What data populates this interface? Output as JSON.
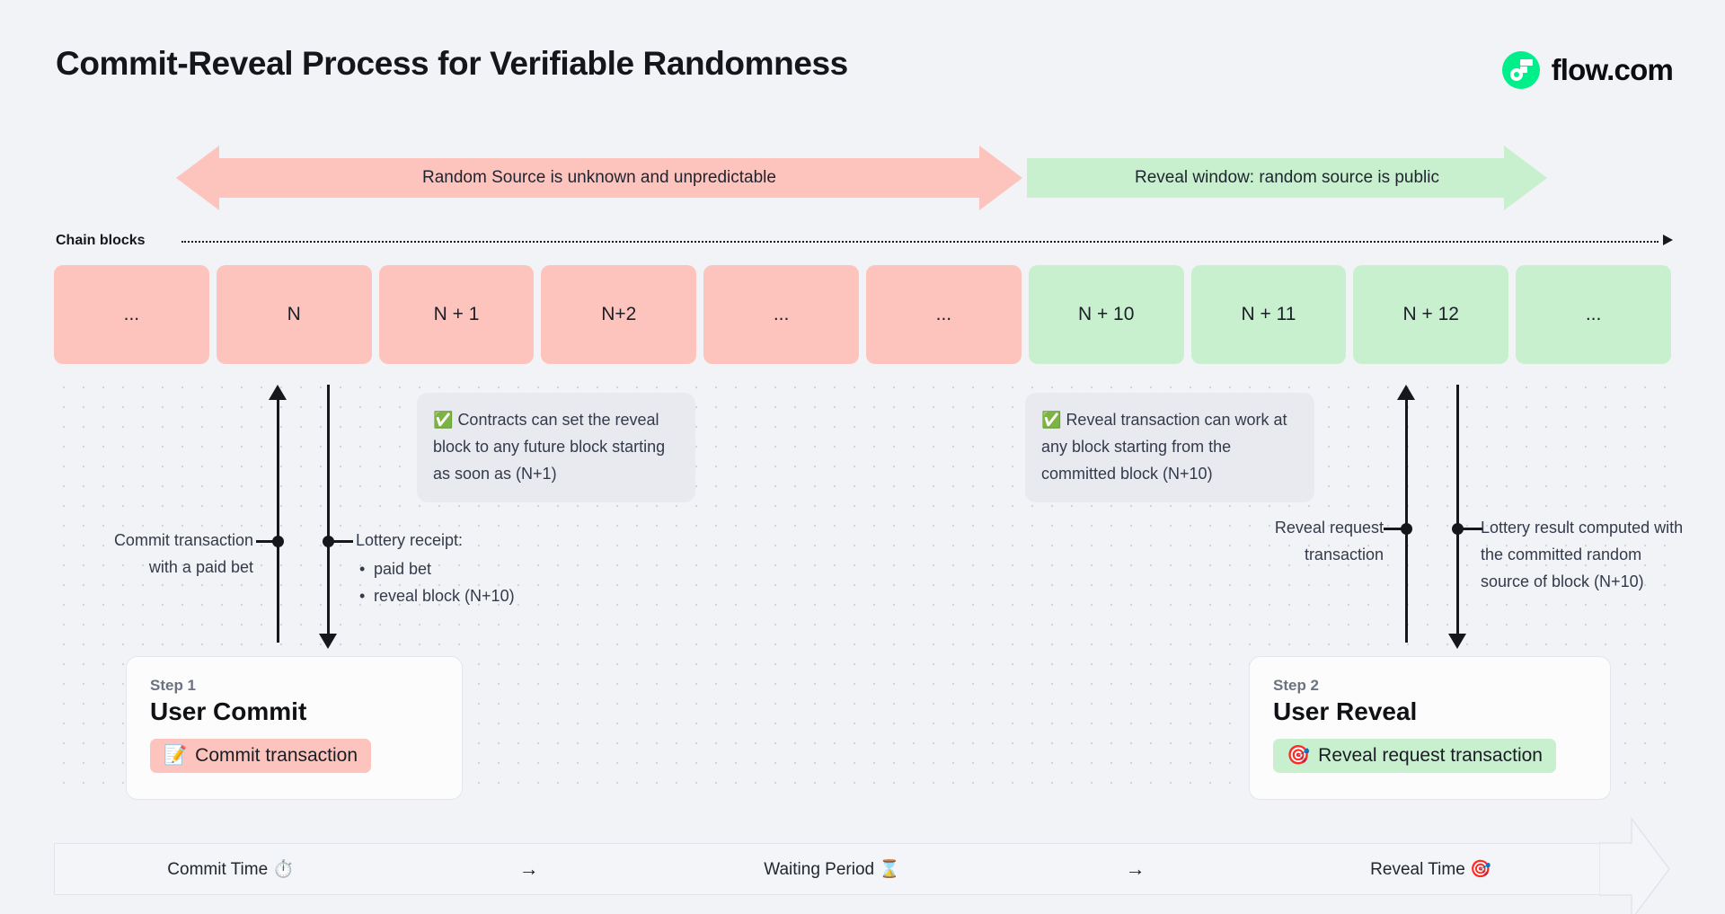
{
  "header": {
    "title": "Commit-Reveal Process for Verifiable Randomness",
    "brand_name": "flow.com",
    "brand_color": "#00ef8b"
  },
  "banners": {
    "unknown_window": "Random Source is unknown and unpredictable",
    "reveal_window": "Reveal window: random source is public",
    "unknown_color": "#fdc4bd",
    "reveal_color": "#c8f0ce"
  },
  "chain": {
    "axis_label": "Chain blocks",
    "blocks": [
      {
        "label": "...",
        "state": "pink"
      },
      {
        "label": "N",
        "state": "pink"
      },
      {
        "label": "N + 1",
        "state": "pink"
      },
      {
        "label": "N+2",
        "state": "pink"
      },
      {
        "label": "...",
        "state": "pink"
      },
      {
        "label": "...",
        "state": "pink"
      },
      {
        "label": "N + 10",
        "state": "green"
      },
      {
        "label": "N + 11",
        "state": "green"
      },
      {
        "label": "N + 12",
        "state": "green"
      },
      {
        "label": "...",
        "state": "green"
      }
    ]
  },
  "callouts": {
    "commit_note_icon": "check-mark-button",
    "commit_note": "Contracts can set the reveal block to any future block starting as soon as (N+1)",
    "reveal_note_icon": "check-mark-button",
    "reveal_note": "Reveal transaction can work at any block starting from the committed block (N+10)"
  },
  "annotations": {
    "commit_tx_line1": "Commit transaction",
    "commit_tx_line2": "with a paid bet",
    "receipt_title": "Lottery receipt:",
    "receipt_items": [
      "paid bet",
      "reveal block (N+10)"
    ],
    "reveal_request_line1": "Reveal request",
    "reveal_request_line2": "transaction",
    "result_text": "Lottery result computed with the committed random source of block (N+10)"
  },
  "steps": [
    {
      "kicker": "Step 1",
      "title": "User Commit",
      "chip_icon": "memo",
      "chip_label": "Commit transaction",
      "chip_color": "#fdc4bd"
    },
    {
      "kicker": "Step 2",
      "title": "User Reveal",
      "chip_icon": "direct-hit",
      "chip_label": "Reveal request transaction",
      "chip_color": "#c8f0ce"
    }
  ],
  "timeline": {
    "phases": [
      "Commit Time ⏱️",
      "Waiting Period ⌛",
      "Reveal Time 🎯"
    ],
    "separator": "→"
  }
}
